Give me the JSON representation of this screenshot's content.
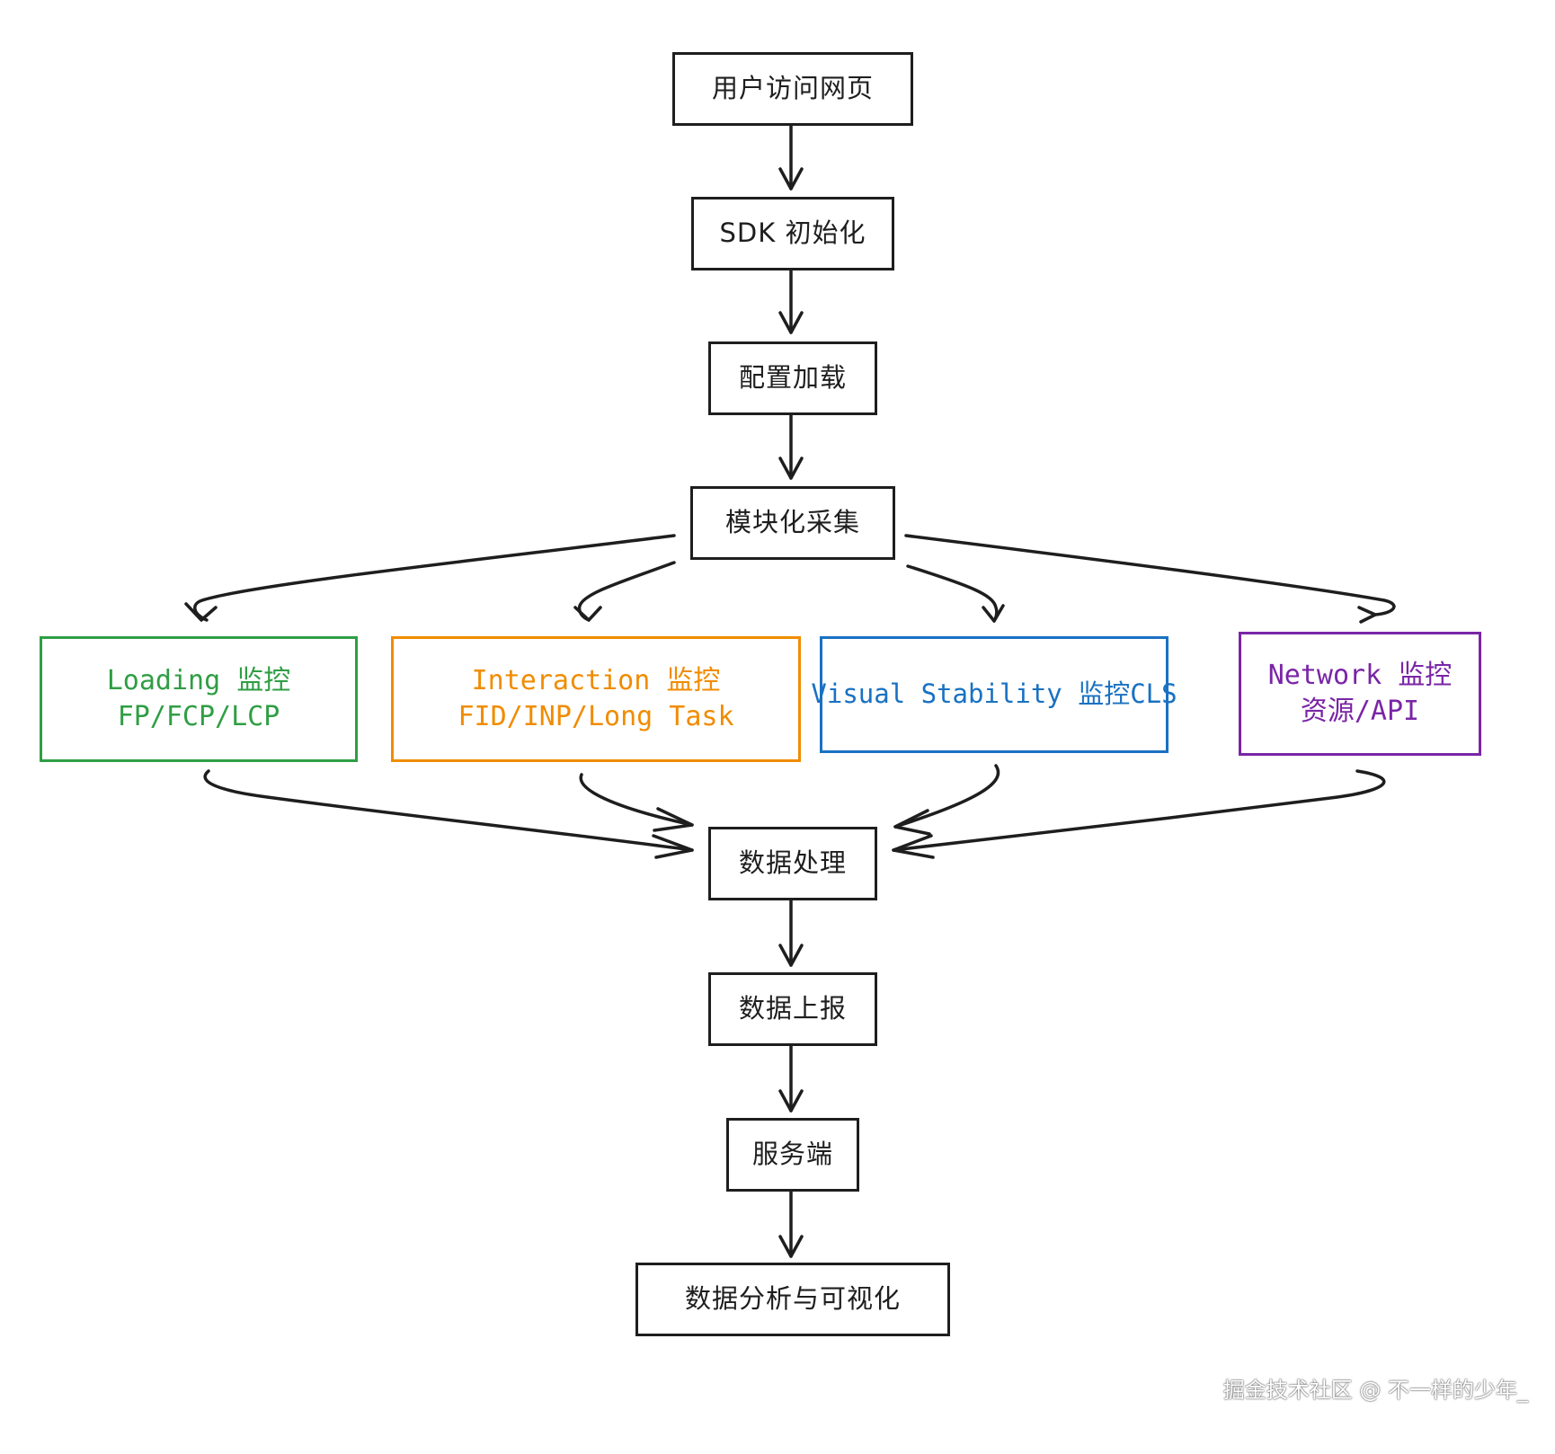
{
  "nodes": {
    "visit": {
      "label": "用户访问网页"
    },
    "sdk_init": {
      "label": "SDK 初始化"
    },
    "config_load": {
      "label": "配置加载"
    },
    "modular_collect": {
      "label": "模块化采集"
    },
    "loading": {
      "line1": "Loading 监控",
      "line2": "FP/FCP/LCP",
      "color": "#2f9e44"
    },
    "interaction": {
      "line1": "Interaction 监控",
      "line2": "FID/INP/Long Task",
      "color": "#f08c00"
    },
    "visual": {
      "line1": "Visual Stability 监控CLS",
      "color": "#1971c2"
    },
    "network": {
      "line1": "Network 监控",
      "line2": "资源/API",
      "color": "#7a25a6"
    },
    "process": {
      "label": "数据处理"
    },
    "report": {
      "label": "数据上报"
    },
    "server": {
      "label": "服务端"
    },
    "analysis": {
      "label": "数据分析与可视化"
    }
  },
  "watermark": "掘金技术社区 @ 不一样的少年_"
}
